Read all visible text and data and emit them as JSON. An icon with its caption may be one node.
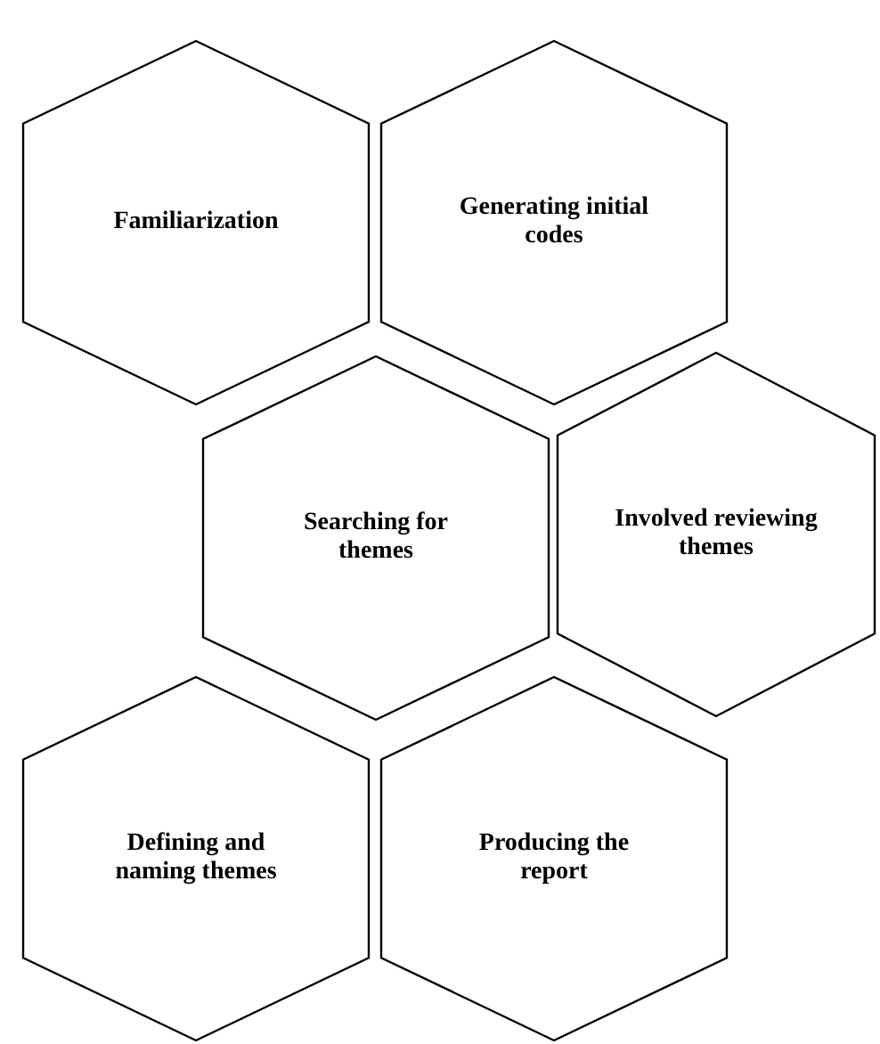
{
  "diagram": {
    "nodes": [
      {
        "text": [
          "Familiarization"
        ]
      },
      {
        "text": [
          "Generating initial codes"
        ]
      },
      {
        "text": [
          "Searching for themes"
        ]
      },
      {
        "text": [
          "Involved reviewing themes"
        ]
      },
      {
        "text": [
          "Defining and naming themes"
        ]
      },
      {
        "text": [
          "Producing the report"
        ]
      }
    ]
  }
}
